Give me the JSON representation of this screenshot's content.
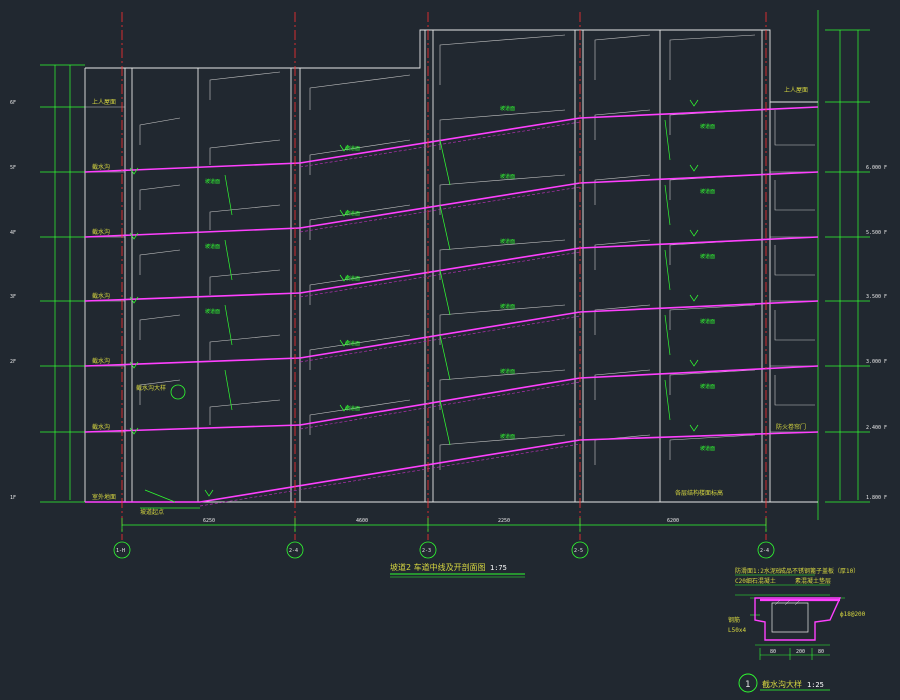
{
  "drawing": {
    "main_title": "坡道2  车道中线及开剖面图",
    "main_scale": "1:75",
    "detail_number": "1",
    "detail_title": "截水沟大样",
    "detail_scale": "1:25",
    "axis_labels": [
      "1-H",
      "2-4",
      "2-3",
      "2-5",
      "2-4"
    ],
    "span_dims": [
      "6250",
      "4600",
      "2250",
      "6200"
    ],
    "floor_marks_left": [
      "1F",
      "2F",
      "3F",
      "4F",
      "5F",
      "6F"
    ],
    "floor_marks_right": [
      "1.800 F",
      "2.400 F",
      "3.000 F",
      "3.500 F",
      "5.500 F",
      "6.000 F"
    ],
    "ramp_label": "坡道面",
    "left_notes": [
      "截水沟",
      "截水沟",
      "截水沟",
      "截水沟",
      "截水沟",
      "截水沟大样"
    ],
    "roof_notes": [
      "上人屋面",
      "上人屋面"
    ],
    "ground_note": "室外地面",
    "ground_note2": "坡道起点",
    "right_note": "防火卷帘门",
    "bottom_right_note": "各层结构楼面标高",
    "detail_notes": [
      "防滑面1:2水泥砂",
      "成品不锈钢篦子盖板（厚10）",
      "C20细石混凝土",
      "素混凝土垫层",
      "钢筋",
      "L50x4",
      "ф18@200"
    ],
    "detail_dims": [
      "80",
      "200",
      "80"
    ]
  },
  "colors": {
    "background": "#212830",
    "axis_red": "#ff3030",
    "green": "#30ff30",
    "magenta": "#ff40ff",
    "white": "#e8e8e8",
    "yellow": "#d8d840"
  }
}
